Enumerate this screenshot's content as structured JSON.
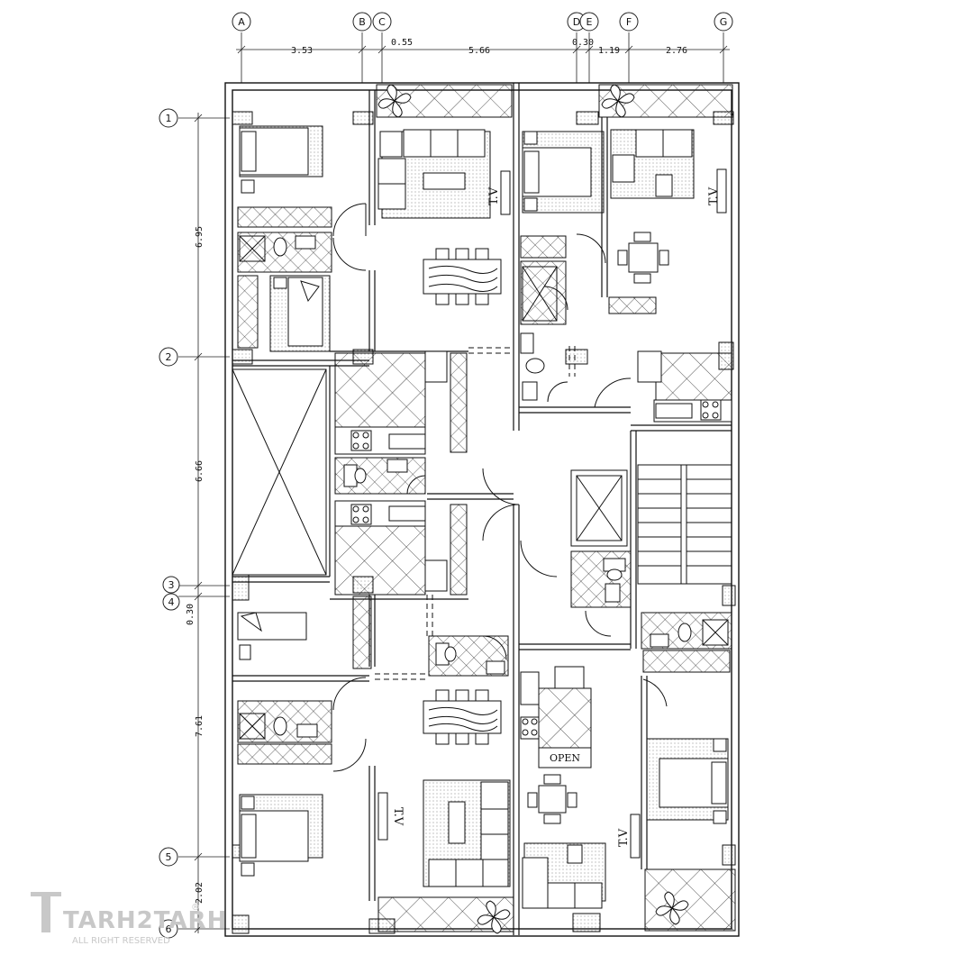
{
  "grid_columns": [
    {
      "label": "A"
    },
    {
      "label": "B"
    },
    {
      "label": "C"
    },
    {
      "label": "D"
    },
    {
      "label": "E"
    },
    {
      "label": "F"
    },
    {
      "label": "G"
    }
  ],
  "grid_rows": [
    {
      "label": "1"
    },
    {
      "label": "2"
    },
    {
      "label": "3"
    },
    {
      "label": "4"
    },
    {
      "label": "5"
    },
    {
      "label": "6"
    }
  ],
  "top_dimensions": [
    "3.53",
    "0.55",
    "5.66",
    "0.30",
    "1.19",
    "2.76"
  ],
  "left_dimensions": [
    "6.95",
    "6.66",
    "0.30",
    "7.61",
    "2.02"
  ],
  "labels": {
    "open": "OPEN",
    "tv": "T.V"
  },
  "watermark": {
    "brand": "TARH2TARH",
    "rights": "ALL RIGHT RESERVED",
    "mark": "®"
  }
}
